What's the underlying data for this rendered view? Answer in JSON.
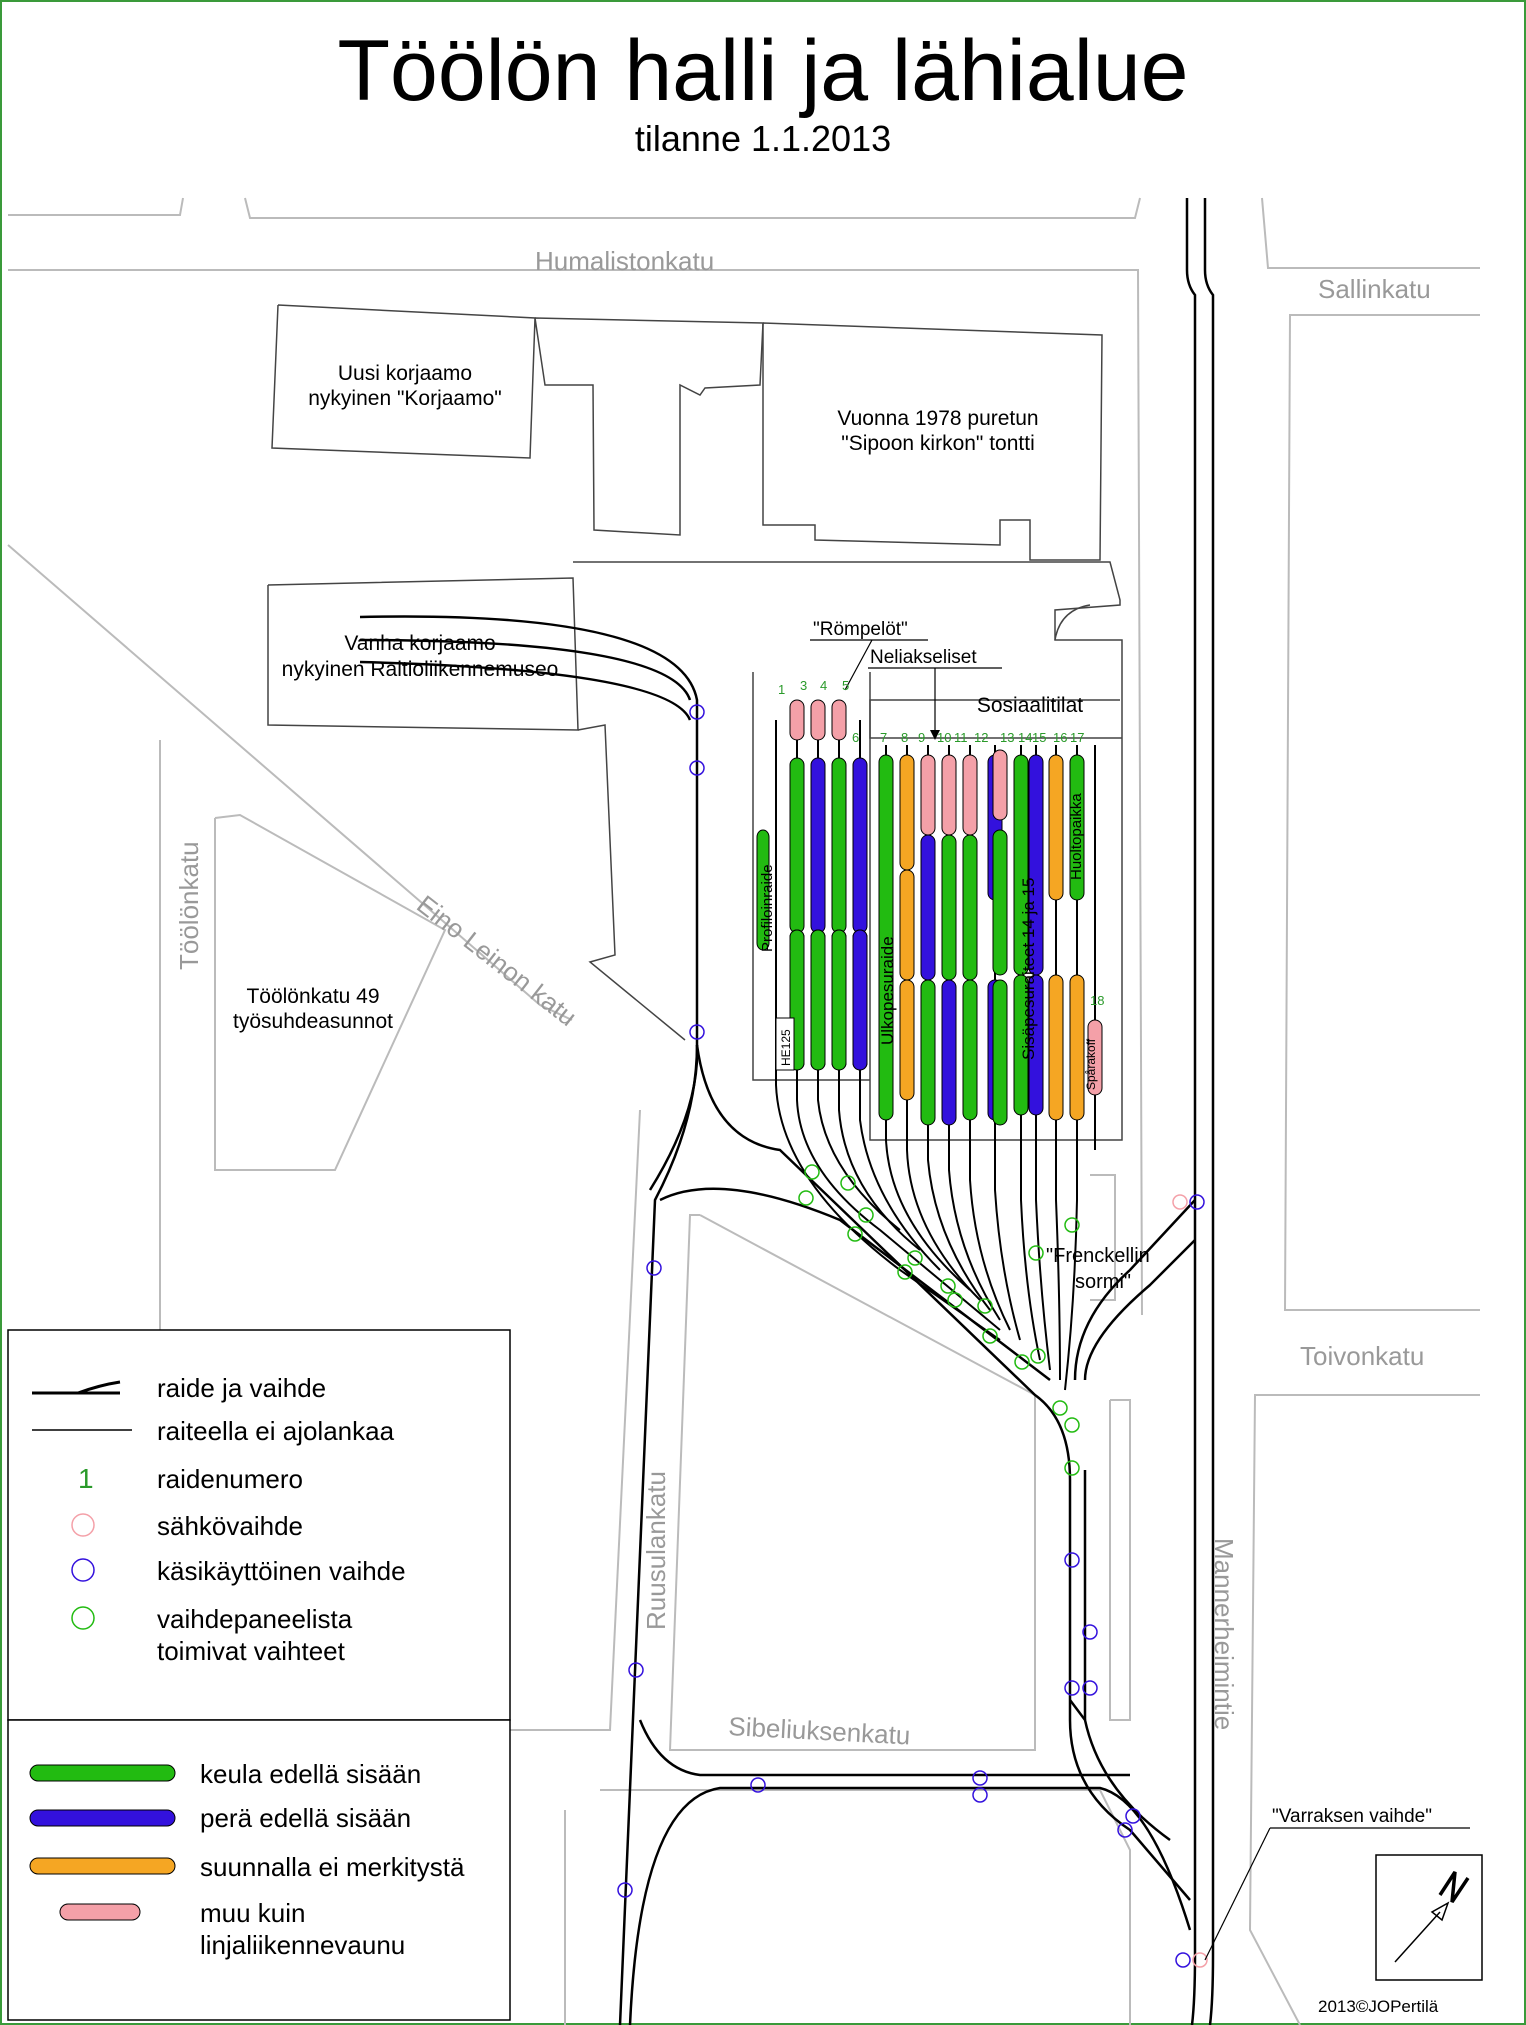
{
  "title": "Töölön halli ja lähialue",
  "subtitle": "tilanne 1.1.2013",
  "streets": {
    "humalistonkatu": "Humalistonkatu",
    "sallinkatu": "Sallinkatu",
    "toolonkatu": "Töölönkatu",
    "eino_leinon_katu": "Eino Leinon katu",
    "toivonkatu": "Toivonkatu",
    "ruusulankatu": "Ruusulankatu",
    "sibeliuksenkatu": "Sibeliuksenkatu",
    "mannerheimintie": "Mannerheimintie"
  },
  "buildings": {
    "uusi_korjaamo_1": "Uusi korjaamo",
    "uusi_korjaamo_2": "nykyinen \"Korjaamo\"",
    "sipoo_1": "Vuonna 1978 puretun",
    "sipoo_2": "\"Sipoon kirkon\" tontti",
    "vanha_korjaamo_1": "Vanha korjaamo",
    "vanha_korjaamo_2": "nykyinen Raitioliikennemuseo",
    "toolonkatu49_1": "Töölönkatu 49",
    "toolonkatu49_2": "työsuhdeasunnot",
    "sosiaalitilat": "Sosiaalitilat"
  },
  "annotations": {
    "rompelot": "\"Römpelöt\"",
    "neliakseliset": "Neliakseliset",
    "profiloin": "Profiloinraide",
    "ulkopesuraide": "Ulkopesuraide",
    "sisapesuraiteet": "Sisäpesuraiteet 14 ja 15",
    "huoltopaikka": "Huoltopaikka",
    "sparakoff": "Spårakoff",
    "he125": "HE125",
    "frenckell_1": "\"Frenckellin",
    "frenckell_2": "sormi\"",
    "varras": "\"Varraksen vaihde\"",
    "copyright": "2013©JOPertilä"
  },
  "track_numbers": [
    "1",
    "3",
    "4",
    "5",
    "6",
    "7",
    "8",
    "9",
    "10",
    "11",
    "12",
    "13",
    "14",
    "15",
    "16",
    "17",
    "18"
  ],
  "legend": {
    "top": [
      {
        "icon": "switch-line",
        "label": "raide ja vaihde"
      },
      {
        "icon": "thin-line",
        "label": "raiteella ei ajolankaa"
      },
      {
        "icon": "track-number",
        "label": "raidenumero",
        "sample": "1"
      },
      {
        "icon": "pink-circle",
        "label": "sähkövaihde"
      },
      {
        "icon": "blue-circle",
        "label": "käsikäyttöinen vaihde"
      },
      {
        "icon": "green-circle",
        "label": "vaihdepaneelista",
        "label2": "toimivat vaihteet"
      }
    ],
    "bottom": [
      {
        "icon": "green-tram",
        "label": "keula edellä sisään"
      },
      {
        "icon": "blue-tram",
        "label": "perä edellä sisään"
      },
      {
        "icon": "orange-tram",
        "label": "suunnalla ei merkitystä"
      },
      {
        "icon": "pink-tram",
        "label": "muu kuin",
        "label2": "linjaliikennevaunu"
      }
    ]
  },
  "colors": {
    "green": "#22bb11",
    "blue": "#3311dd",
    "orange": "#f5a623",
    "pink": "#f4a0a8",
    "track_number": "#2a9a2a",
    "street_label": "#999999",
    "frame": "#3a9a3a"
  }
}
